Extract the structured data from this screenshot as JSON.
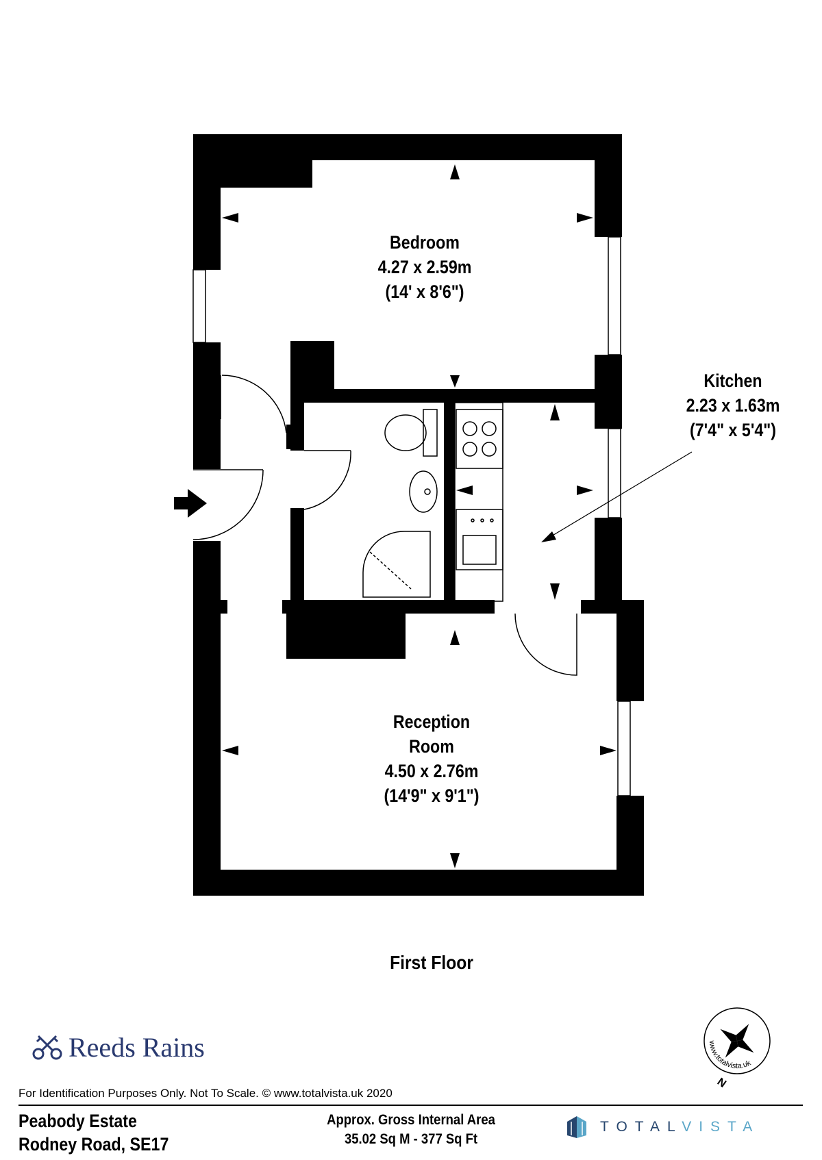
{
  "rooms": {
    "bedroom": {
      "name": "Bedroom",
      "metric": "4.27 x 2.59m",
      "imperial": "(14' x 8'6\")"
    },
    "kitchen": {
      "name": "Kitchen",
      "metric": "2.23 x 1.63m",
      "imperial": "(7'4\" x 5'4\")"
    },
    "reception": {
      "name_line1": "Reception",
      "name_line2": "Room",
      "metric": "4.50 x 2.76m",
      "imperial": "(14'9\" x 9'1\")"
    }
  },
  "floor_label": "First Floor",
  "compass": {
    "text": "www.totalvista.uk",
    "north": "N"
  },
  "brand": {
    "name": "Reeds Rains",
    "color": "#2a3a70"
  },
  "disclaimer": "For Identification Purposes Only. Not To Scale. © www.totalvista.uk  2020",
  "address": {
    "line1": "Peabody Estate",
    "line2": "Rodney Road, SE17"
  },
  "area": {
    "line1": "Approx. Gross Internal Area",
    "line2": "35.02 Sq M - 377 Sq Ft"
  },
  "totalvista": {
    "part1": "TOTAL",
    "part2": "VISTA",
    "color_dark": "#27466e",
    "color_light": "#5aa6c8"
  }
}
